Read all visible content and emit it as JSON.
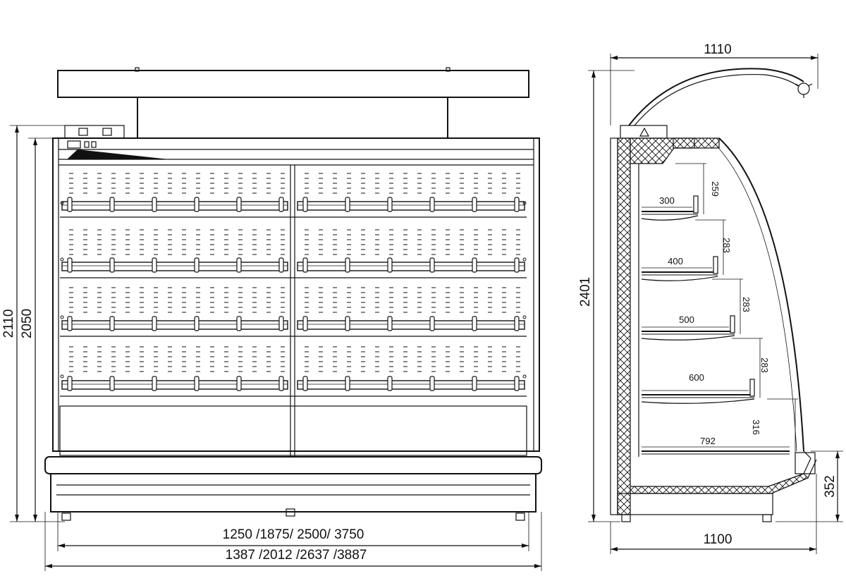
{
  "front_view": {
    "widths_inner": "1250 /1875/ 2500/ 3750",
    "widths_outer": "1387 /2012 /2637 /3887",
    "height_total": "2110",
    "height_body": "2050"
  },
  "side_view": {
    "depth_top": "1110",
    "depth_bottom": "1100",
    "height_total": "2401",
    "base_height": "352",
    "shelves": [
      {
        "depth": "300",
        "gap": "259"
      },
      {
        "depth": "400",
        "gap": "283"
      },
      {
        "depth": "500",
        "gap": "283"
      },
      {
        "depth": "600",
        "gap": "283"
      },
      {
        "depth": "792",
        "gap": "316"
      }
    ]
  }
}
